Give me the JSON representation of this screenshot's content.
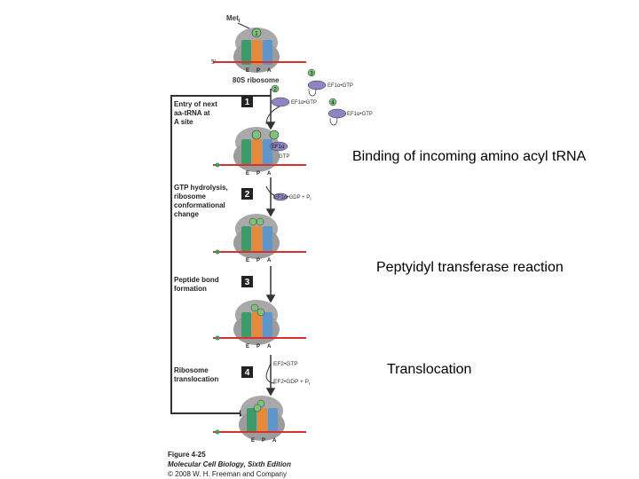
{
  "figure": {
    "met_label": "Met",
    "met_sub": "i",
    "five_prime": "5'",
    "ribosome_label": "80S ribosome",
    "site_labels": [
      "E",
      "P",
      "A"
    ],
    "steps": [
      {
        "number": "1",
        "text": [
          "Entry of next",
          "aa-tRNA at",
          "A site"
        ]
      },
      {
        "number": "2",
        "text": [
          "GTP hydrolysis,",
          "ribosome",
          "conformational",
          "change"
        ]
      },
      {
        "number": "3",
        "text": [
          "Peptide bond",
          "formation"
        ]
      },
      {
        "number": "4",
        "text": [
          "Ribosome",
          "translocation"
        ]
      }
    ],
    "factors": {
      "ef1a_gtp": "EF1α•GTP",
      "ef1a": "EF1α",
      "gtp": "GTP",
      "ef1a_gdp": "EF1α•GDP + P",
      "pi_sub": "i",
      "ef2_gtp": "EF2•GTP",
      "ef2_gdp": "EF2•GDP + P"
    },
    "trna_numbers": [
      "1",
      "2",
      "3",
      "4"
    ]
  },
  "annotations": {
    "binding": "Binding of incoming amino acyl tRNA",
    "peptidyl": "Peptyidyl transferase reaction",
    "translocation": "Translocation"
  },
  "caption": {
    "figure_number": "Figure 4-25",
    "book": "Molecular Cell Biology, Sixth Edition",
    "copyright": "© 2008 W. H. Freeman and Company"
  },
  "colors": {
    "e_site": "#3f9a6a",
    "p_site": "#e58a3a",
    "a_site": "#5f95c9",
    "mrna": "#d8302c",
    "step_box": "#222222",
    "ef1a": "#8c86c4"
  }
}
